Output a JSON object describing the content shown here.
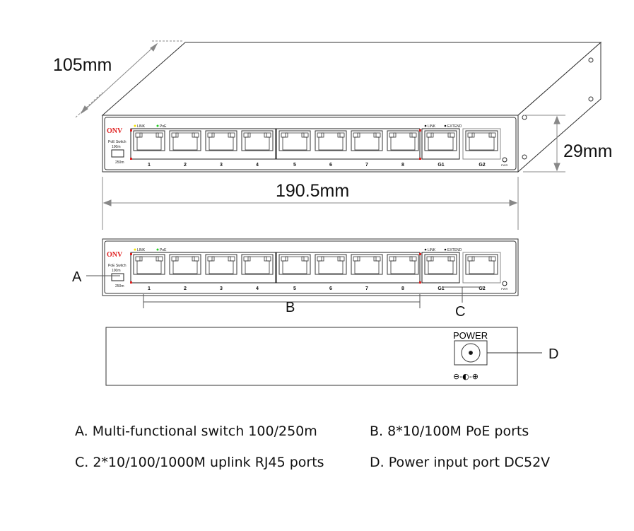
{
  "dimensions": {
    "depth": "105mm",
    "height": "29mm",
    "width": "190.5mm"
  },
  "panel": {
    "brand": "ONV",
    "model": "PoE Switch",
    "switch_top": "100m",
    "switch_bottom": "250m",
    "led_link": "LINK",
    "led_poe": "PoE",
    "uplink_led_link": "LINK",
    "uplink_led_extend": "EXTEND",
    "ports": [
      "1",
      "2",
      "3",
      "4",
      "5",
      "6",
      "7",
      "8"
    ],
    "uplinks": [
      "G1",
      "G2"
    ],
    "pwr": "PWR",
    "colors": {
      "brand": "#e02020",
      "link_led": "#f2e200",
      "poe_led": "#22cc22"
    }
  },
  "callouts": {
    "a": "A",
    "b": "B",
    "c": "C",
    "d": "D"
  },
  "rear": {
    "power_label": "POWER",
    "polarity": "⊖-◐-⊕"
  },
  "legend": {
    "a": "A. Multi-functional switch 100/250m",
    "b": "B. 8*10/100M PoE ports",
    "c": "C. 2*10/100/1000M uplink RJ45 ports",
    "d": "D. Power input port DC52V"
  }
}
